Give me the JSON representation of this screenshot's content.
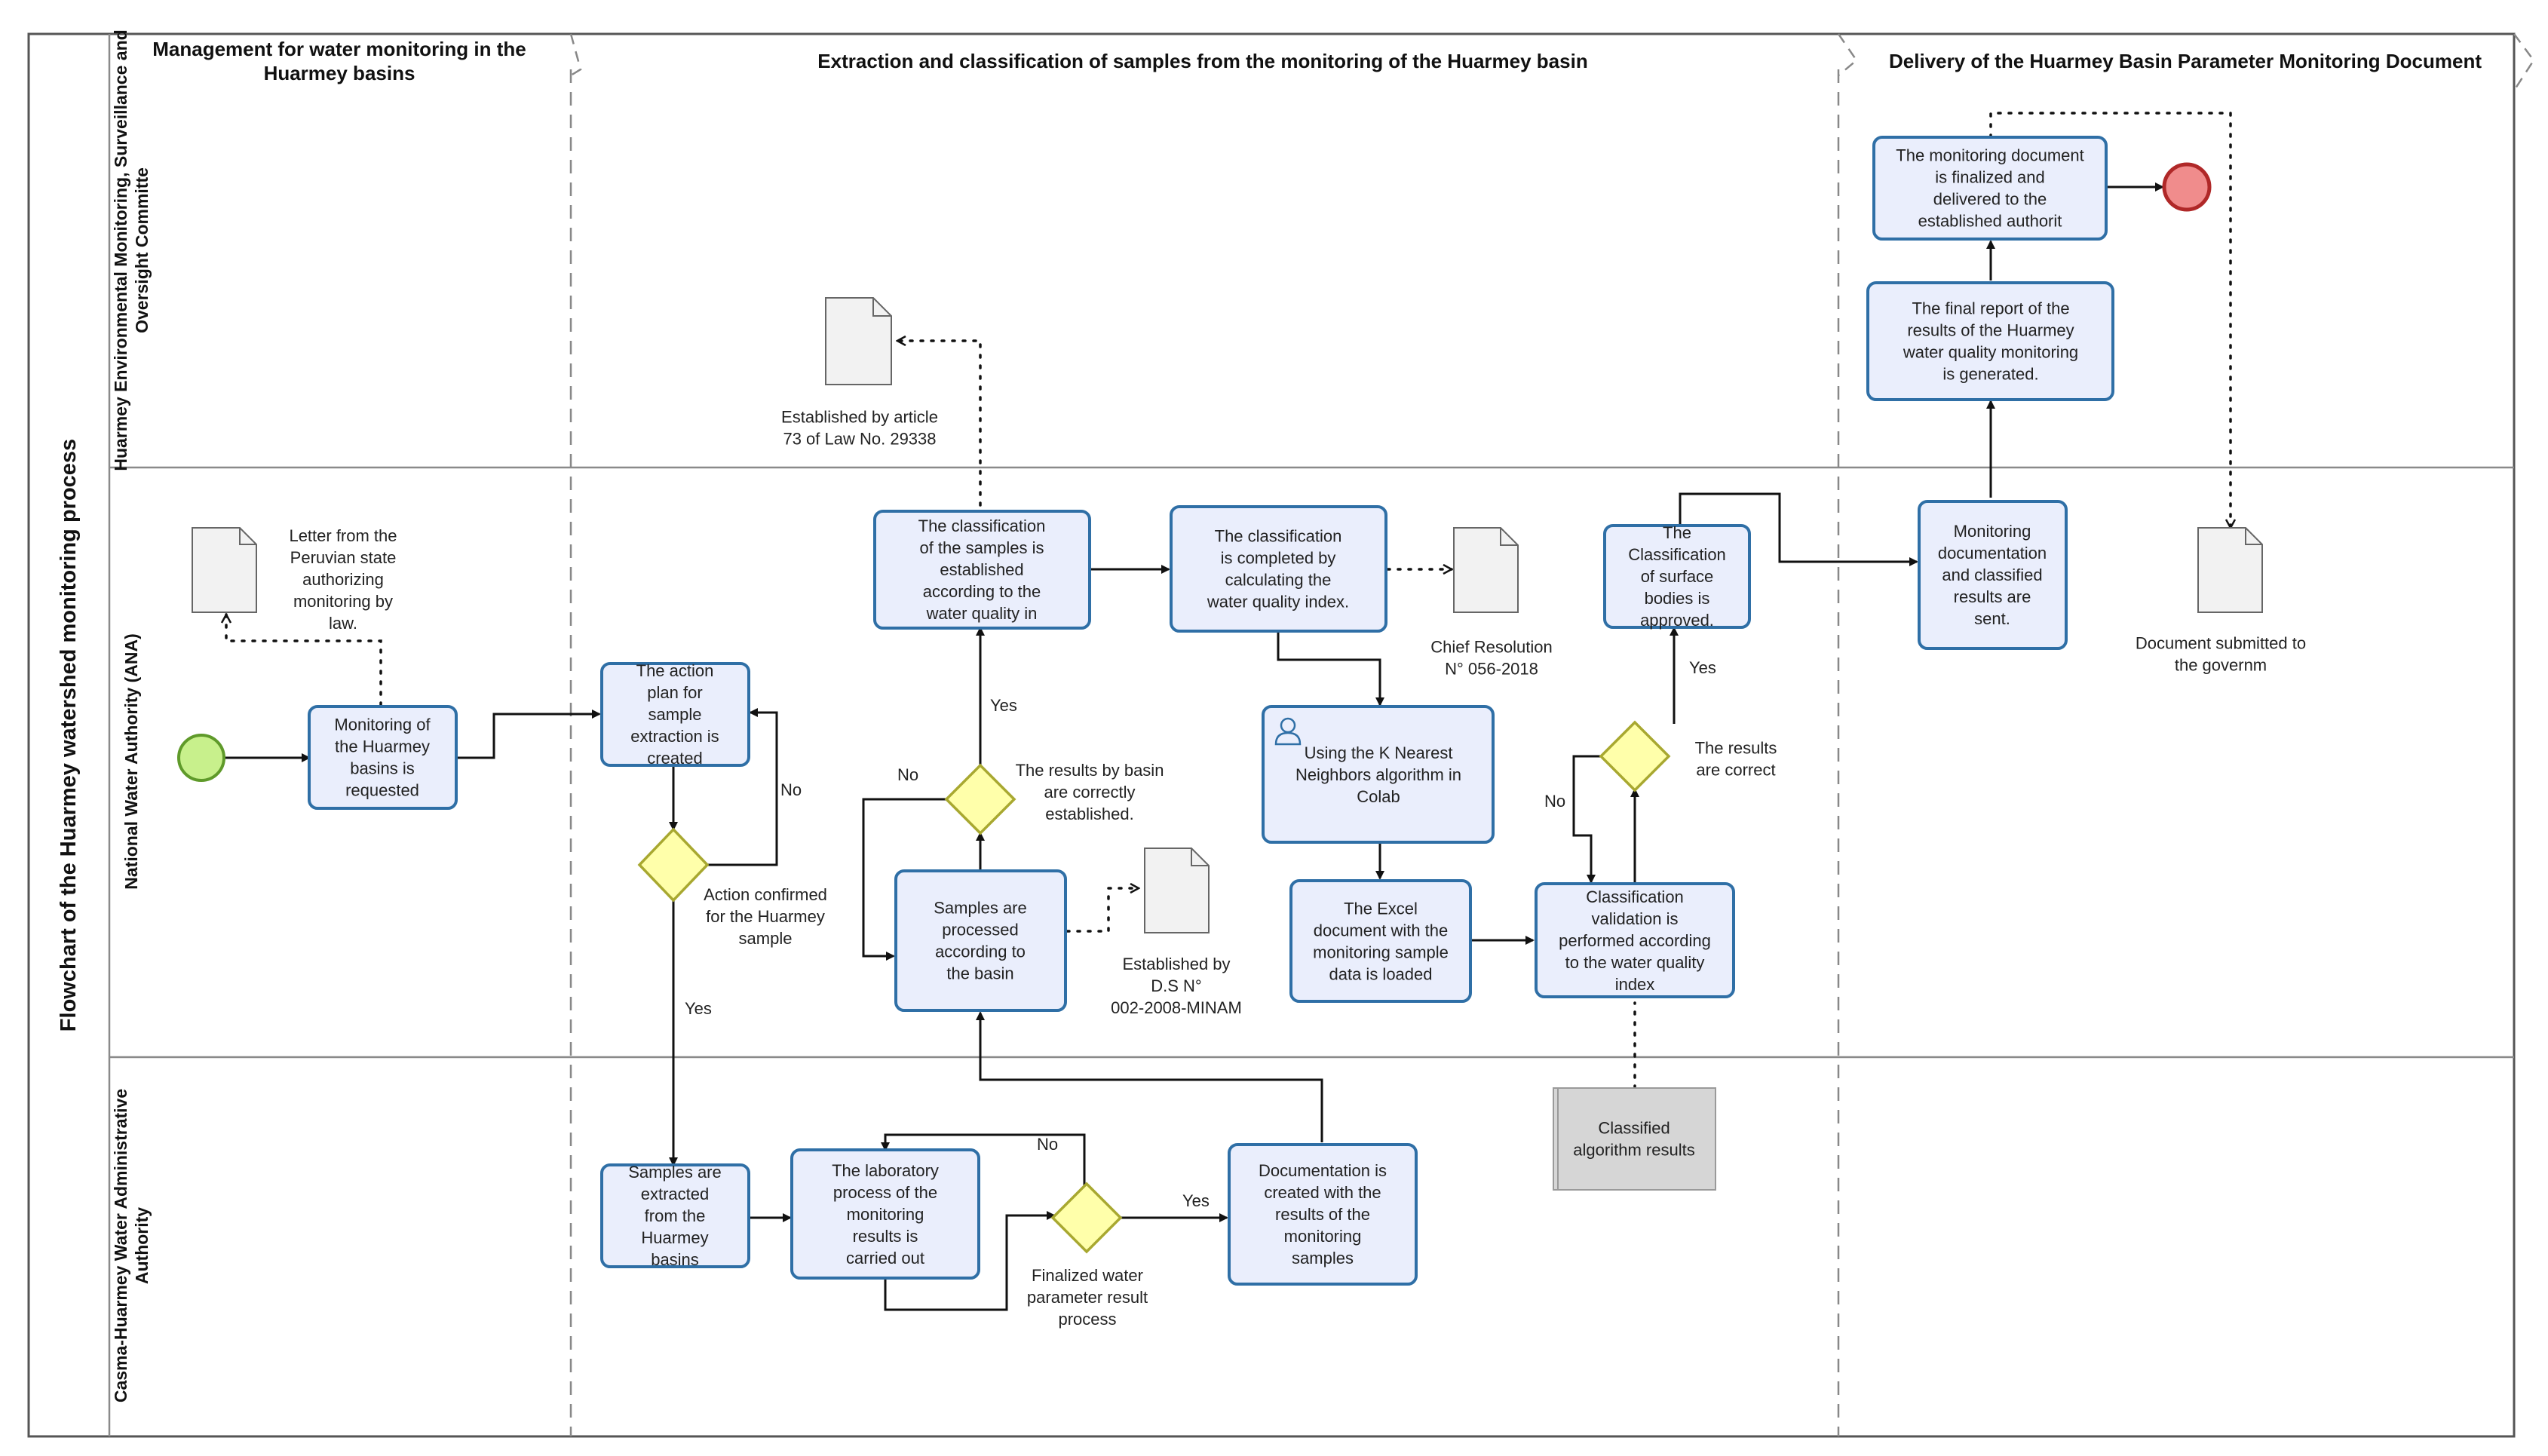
{
  "title": "Flowchart of the Huarmey watershed monitoring process",
  "phases": [
    "Management for water monitoring in the Huarmey basins",
    "Extraction and classification of samples from the monitoring of the Huarmey basin",
    "Delivery of the Huarmey Basin Parameter Monitoring Document"
  ],
  "lanes": [
    "Huarmey Environmental Monitoring, Surveillance and Oversight Committe",
    "National Water Authority (ANA)",
    "Casma-Huarmey Water Administrative Authority"
  ],
  "tasks": {
    "monitoring_requested": "Monitoring of the Huarmey basins is requested",
    "action_plan": "The action plan for sample extraction is created",
    "samples_extracted": "Samples are extracted from the Huarmey basins",
    "laboratory": "The laboratory process of the monitoring results is carried out",
    "documentation": "Documentation is created with the results of the monitoring samples",
    "samples_processed": "Samples are processed according to the basin",
    "classification_established": "The classification of the samples is established according to the water quality in",
    "classification_completed": "The classification is completed by calculating the water quality index.",
    "knn": "Using the K Nearest Neighbors algorithm in Colab",
    "excel_loaded": "The Excel document with the monitoring sample data is loaded",
    "classification_validation": "Classification validation is performed according to the water quality index",
    "surface_approved": "The Classification of surface bodies is approved.",
    "monitoring_sent": "Monitoring documentation and classified results are sent.",
    "final_report": "The final report of the results of the Huarmey water quality monitoring is generated.",
    "document_finalized": "The monitoring document is finalized and delivered to the established authorit"
  },
  "gateways": {
    "action_confirmed": "Action confirmed for the Huarmey sample",
    "results_by_basin": "The results by basin are correctly established.",
    "finalized_water": "Finalized water parameter result process",
    "results_correct": "The results are correct"
  },
  "documents": {
    "letter": "Letter from the Peruvian state authorizing monitoring by law.",
    "article73": "Established by article 73 of Law No. 29338",
    "ds": "Established by D.S N° 002-2008-MINAM",
    "chief": "Chief Resolution N° 056-2018",
    "submitted": "Document submitted to the governm"
  },
  "data_store": "Classified algorithm results",
  "flow_labels": {
    "yes": "Yes",
    "no": "No"
  },
  "colors": {
    "task_fill": "#eaeefc",
    "task_stroke": "#2f6fa6",
    "gateway_fill": "#ffffaa",
    "gateway_stroke": "#a8a830",
    "start_fill": "#c8f08c",
    "start_stroke": "#5f9a2a",
    "end_fill": "#f08c8c",
    "end_stroke": "#b02828",
    "lane_line": "#8a8a8a",
    "store_fill": "#d6d6d6"
  }
}
